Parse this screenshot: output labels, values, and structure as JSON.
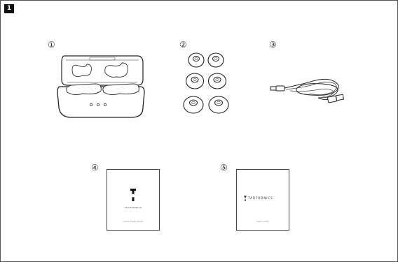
{
  "step": {
    "number": "1"
  },
  "items": [
    {
      "marker": "①",
      "name": "charging case with earbuds"
    },
    {
      "marker": "②",
      "name": "ear tips"
    },
    {
      "marker": "③",
      "name": "usb cable"
    },
    {
      "marker": "④",
      "name": "quick start guide"
    },
    {
      "marker": "⑤",
      "name": "user guide"
    }
  ],
  "guide_card": {
    "brand_small": "TAOTRONICS",
    "footer": "QUICK START GUIDE"
  },
  "manual_card": {
    "brand": "TAOTRONICS",
    "footer": "USER GUIDE"
  },
  "colors": {
    "line": "#222222",
    "frame": "#555555",
    "badge": "#111111"
  }
}
